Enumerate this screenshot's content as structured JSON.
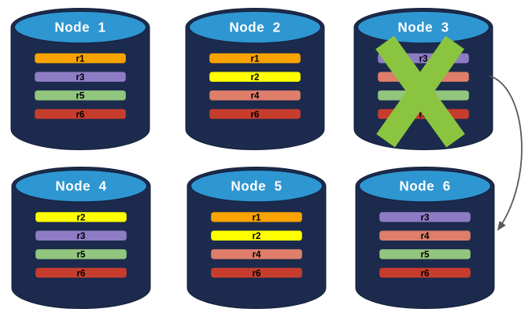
{
  "diagram": {
    "description": "Replica distribution across database nodes; Node 3 has failed and its replicas fail over to Node 6",
    "background": "#FFFFFF",
    "palette": {
      "cylinder_body": "#1C2B4D",
      "cylinder_top": "#2E96D1",
      "cylinder_outline": "#131E38",
      "node_label_color": "#FFFFFF",
      "replica_label_color": "#000000",
      "failure_x_color": "#8BC540",
      "arrow_color": "#595959"
    },
    "replica_colors": {
      "r1": "#F9A300",
      "r2": "#FFFF00",
      "r3": "#8D7CC4",
      "r4": "#DE7E6B",
      "r5": "#92C57E",
      "r6": "#C63D2D"
    },
    "nodes": [
      {
        "id": "node-1",
        "label": "Node  1",
        "failed": false,
        "replicas": [
          "r1",
          "r3",
          "r5",
          "r6"
        ]
      },
      {
        "id": "node-2",
        "label": "Node  2",
        "failed": false,
        "replicas": [
          "r1",
          "r2",
          "r4",
          "r6"
        ]
      },
      {
        "id": "node-3",
        "label": "Node  3",
        "failed": true,
        "replicas": [
          "r3",
          "r4",
          "r5",
          "r6"
        ]
      },
      {
        "id": "node-4",
        "label": "Node  4",
        "failed": false,
        "replicas": [
          "r2",
          "r3",
          "r5",
          "r6"
        ]
      },
      {
        "id": "node-5",
        "label": "Node  5",
        "failed": false,
        "replicas": [
          "r1",
          "r2",
          "r4",
          "r6"
        ]
      },
      {
        "id": "node-6",
        "label": "Node  6",
        "failed": false,
        "replicas": [
          "r3",
          "r4",
          "r5",
          "r6"
        ]
      }
    ],
    "failure": {
      "node_label": "Node  3"
    },
    "arrow": {
      "from_label": "Node  3",
      "to_label": "Node  6"
    }
  }
}
